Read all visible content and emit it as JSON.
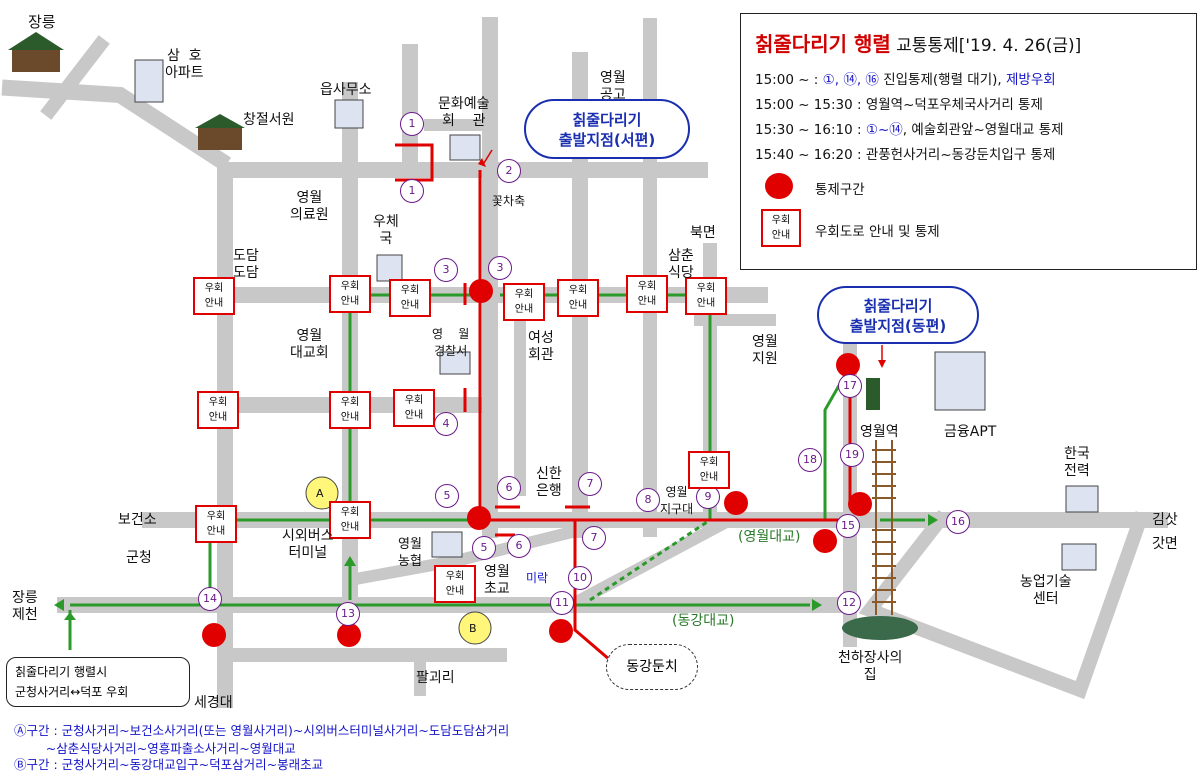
{
  "legend": {
    "title_event": "칡줄다리기 행렬",
    "title_rest": " 교통통제['19. 4. 26(금)]",
    "line1_a": "15:00 ~ : ",
    "line1_marks": "①, ⑭, ⑯",
    "line1_b": " 진입통제(행렬 대기), ",
    "line1_c": "제방우회",
    "line2": "15:00 ~ 15:30 : 영월역~덕포우체국사거리 통제",
    "line3_a": "15:30 ~ 16:10 : ",
    "line3_marks": "①~⑭",
    "line3_b": ", 예술회관앞~영월대교 통제",
    "line4": "15:40 ~ 16:20 : 관풍헌사거리~동강둔치입구 통제",
    "control_label": "통제구간",
    "detour_label": "우회도로 안내 및 통제"
  },
  "callouts": {
    "west": "칡줄다리기\n출발지점(서편)",
    "east": "칡줄다리기\n출발지점(동편)"
  },
  "detour_sign": {
    "line1": "우회",
    "line2": "안내"
  },
  "places": {
    "jangneung": "장릉",
    "samho": "삼  호\n아파트",
    "changjeol": "창절서원",
    "eupsamuso": "읍사무소",
    "culture_hall": "문화예술\n회    관",
    "yeongwol_school": "영월\n공고",
    "medical": "영월\n의료원",
    "post": "우체\n국",
    "dodam": "도담\n도담",
    "flower": "꽃차축",
    "bukmyeon": "북면",
    "samchun": "삼춘\n식당",
    "bridge_office": "영월\n지원",
    "church": "영월\n대교회",
    "police": "영    월\n경찰서",
    "women_hall": "여성\n회관",
    "shinhan": "신한\n은행",
    "district_office": "영월\n지구대",
    "station": "영월역",
    "finance": "금융APT",
    "kepco": "한국\n전력",
    "health": "보건소",
    "bus": "시외버스\n터미널",
    "coop": "영월\n농협",
    "county": "군청",
    "elementary": "영월\n초교",
    "mirak": "미락",
    "yeongwol_bridge": "(영월대교)",
    "donggang_bridge": "(동강대교)",
    "cheonha": "천하장사의\n집",
    "agri": "농업기술\n센터",
    "gimsat": "김삿\n갓면",
    "jangneung_jecheon": "장릉\n제천",
    "palgoe": "팔괴리",
    "segyeong": "세경대",
    "donggang_dunchi": "동강둔치"
  },
  "note_box": "칡줄다리기 행렬시\n군청사거리↔덕포 우회",
  "footer": {
    "a": "Ⓐ구간 : 군청사거리~보건소사거리(또는 영월사거리)~시외버스터미널사거리~도담도담삼거리",
    "a2": "        ~삼춘식당사거리~영흥파출소사거리~영월대교",
    "b": "Ⓑ구간 : 군청사거리~동강대교입구~덕포삼거리~봉래초교"
  },
  "markers": {
    "A": "A",
    "B": "B"
  },
  "numbers": [
    "1",
    "1",
    "2",
    "3",
    "3",
    "4",
    "5",
    "5",
    "6",
    "6",
    "7",
    "7",
    "8",
    "9",
    "10",
    "11",
    "12",
    "13",
    "14",
    "15",
    "16",
    "17",
    "18",
    "19"
  ],
  "colors": {
    "road": "#c8c8c8",
    "control": "#e00000",
    "detour": "#2a9a2a",
    "callout": "#1a2fb0",
    "number_ring": "#6a1a8a"
  }
}
